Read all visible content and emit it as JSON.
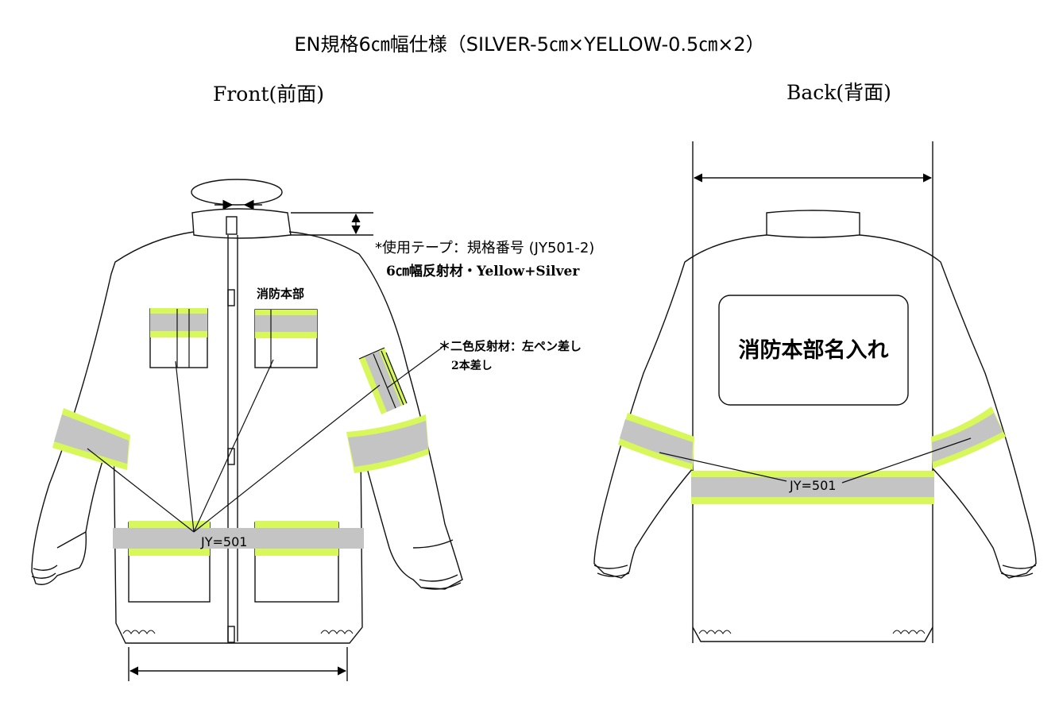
{
  "title": "EN規格6㎝幅仕様（SILVER-5㎝×YELLOW-0.5㎝×2）",
  "front": {
    "label": "Front(前面)",
    "chest_text": "消防本部",
    "tape_label": "JY=501"
  },
  "back": {
    "label": "Back(背面)",
    "name_panel": "消防本部名入れ",
    "tape_label": "JY=501"
  },
  "notes": {
    "tape_spec": "*使用テープ：規格番号 (JY501-2)",
    "tape_material": "6㎝幅反射材・Yellow+Silver",
    "sleeve_note_line1": "＊二色反射材：左ペン差し",
    "sleeve_note_line2": "2本差し"
  },
  "colors": {
    "silver": "#c4c4c4",
    "yellow": "#d8f75a",
    "outline": "#111111"
  }
}
